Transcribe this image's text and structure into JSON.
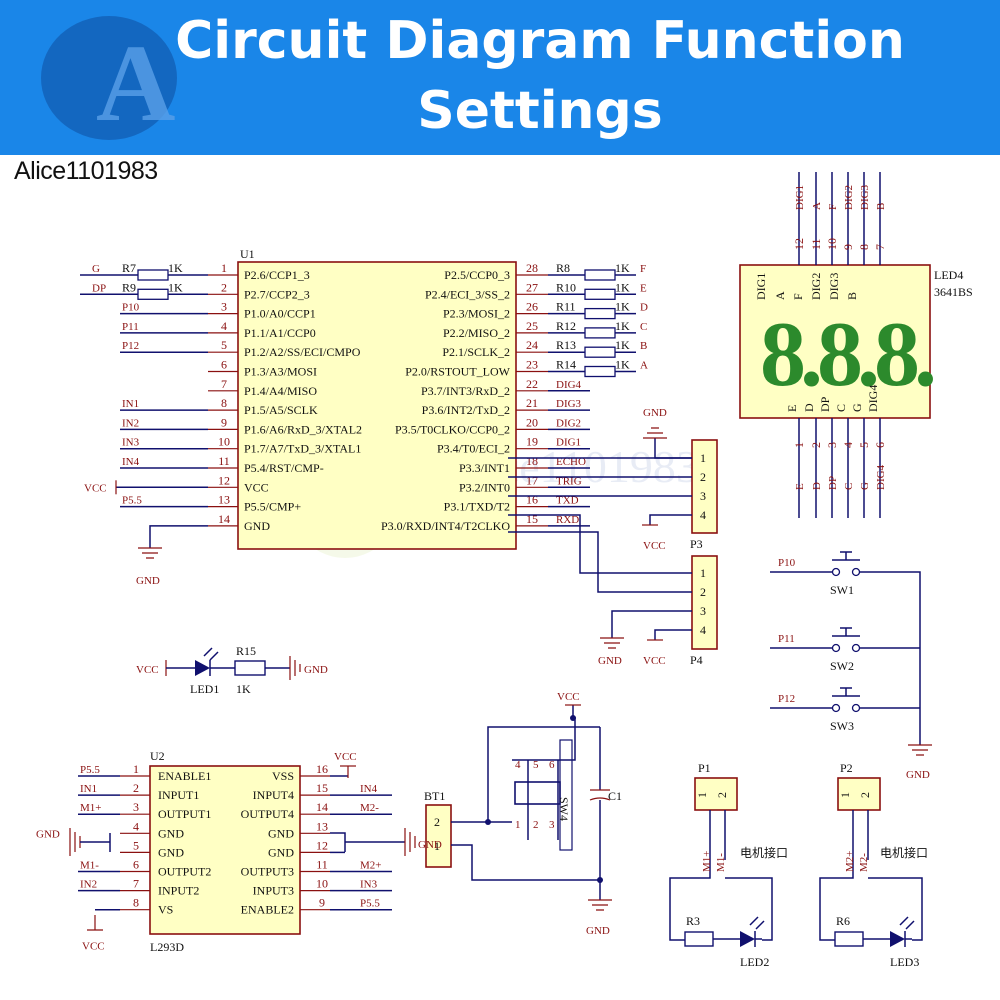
{
  "banner": {
    "title_line1": "Circuit Diagram Function",
    "title_line2": "Settings",
    "logo_letter": "A",
    "color": "#1a86e8"
  },
  "shop_label": "Alice1101983",
  "watermark": "Alice1101983",
  "u1": {
    "ref": "U1",
    "left_pins": [
      {
        "num": "1",
        "name": "P2.6/CCP1_3",
        "net": "G",
        "res": "R7",
        "val": "1K"
      },
      {
        "num": "2",
        "name": "P2.7/CCP2_3",
        "net": "DP",
        "res": "R9",
        "val": "1K"
      },
      {
        "num": "3",
        "name": "P1.0/A0/CCP1",
        "net": "P10"
      },
      {
        "num": "4",
        "name": "P1.1/A1/CCP0",
        "net": "P11"
      },
      {
        "num": "5",
        "name": "P1.2/A2/SS/ECI/CMPO",
        "net": "P12"
      },
      {
        "num": "6",
        "name": "P1.3/A3/MOSI",
        "net": ""
      },
      {
        "num": "7",
        "name": "P1.4/A4/MISO",
        "net": ""
      },
      {
        "num": "8",
        "name": "P1.5/A5/SCLK",
        "net": "IN1"
      },
      {
        "num": "9",
        "name": "P1.6/A6/RxD_3/XTAL2",
        "net": "IN2"
      },
      {
        "num": "10",
        "name": "P1.7/A7/TxD_3/XTAL1",
        "net": "IN3"
      },
      {
        "num": "11",
        "name": "P5.4/RST/CMP-",
        "net": "IN4"
      },
      {
        "num": "12",
        "name": "VCC",
        "net": "VCC"
      },
      {
        "num": "13",
        "name": "P5.5/CMP+",
        "net": "P5.5"
      },
      {
        "num": "14",
        "name": "GND",
        "net": "GND"
      }
    ],
    "right_pins": [
      {
        "num": "28",
        "name": "P2.5/CCP0_3",
        "net": "F",
        "res": "R8",
        "val": "1K"
      },
      {
        "num": "27",
        "name": "P2.4/ECI_3/SS_2",
        "net": "E",
        "res": "R10",
        "val": "1K"
      },
      {
        "num": "26",
        "name": "P2.3/MOSI_2",
        "net": "D",
        "res": "R11",
        "val": "1K"
      },
      {
        "num": "25",
        "name": "P2.2/MISO_2",
        "net": "C",
        "res": "R12",
        "val": "1K"
      },
      {
        "num": "24",
        "name": "P2.1/SCLK_2",
        "net": "B",
        "res": "R13",
        "val": "1K"
      },
      {
        "num": "23",
        "name": "P2.0/RSTOUT_LOW",
        "net": "A",
        "res": "R14",
        "val": "1K"
      },
      {
        "num": "22",
        "name": "P3.7/INT3/RxD_2",
        "net": "DIG4"
      },
      {
        "num": "21",
        "name": "P3.6/INT2/TxD_2",
        "net": "DIG3"
      },
      {
        "num": "20",
        "name": "P3.5/T0CLKO/CCP0_2",
        "net": "DIG2"
      },
      {
        "num": "19",
        "name": "P3.4/T0/ECI_2",
        "net": "DIG1"
      },
      {
        "num": "18",
        "name": "P3.3/INT1",
        "net": "ECHO"
      },
      {
        "num": "17",
        "name": "P3.2/INT0",
        "net": "TRIG"
      },
      {
        "num": "16",
        "name": "P3.1/TXD/T2",
        "net": "TXD"
      },
      {
        "num": "15",
        "name": "P3.0/RXD/INT4/T2CLKO",
        "net": "RXD"
      }
    ]
  },
  "led4": {
    "ref": "LED4",
    "part": "3641BS",
    "digits": "8.8.8.",
    "top_inner_labels": [
      "DIG1",
      "A",
      "F",
      "DIG2",
      "DIG3",
      "B"
    ],
    "bottom_inner_labels": [
      "E",
      "D",
      "DP",
      "C",
      "G",
      "DIG4"
    ],
    "top_pin_nums": [
      "12",
      "11",
      "10",
      "9",
      "8",
      "7"
    ],
    "top_nets": [
      "DIG1",
      "A",
      "F",
      "DIG2",
      "DIG3",
      "B"
    ],
    "bottom_pin_nums": [
      "1",
      "2",
      "3",
      "4",
      "5",
      "6"
    ],
    "bottom_nets": [
      "E",
      "D",
      "DP",
      "C",
      "G",
      "DIG4"
    ]
  },
  "p3": {
    "ref": "P3",
    "pins": [
      "1",
      "2",
      "3",
      "4"
    ],
    "gnd": "GND",
    "vcc": "VCC"
  },
  "p4": {
    "ref": "P4",
    "pins": [
      "1",
      "2",
      "3",
      "4"
    ],
    "gnd": "GND",
    "vcc": "VCC"
  },
  "led1": {
    "vcc": "VCC",
    "ref": "LED1",
    "res": "R15",
    "val": "1K",
    "gnd": "GND"
  },
  "switches": [
    {
      "net": "P10",
      "ref": "SW1"
    },
    {
      "net": "P11",
      "ref": "SW2"
    },
    {
      "net": "P12",
      "ref": "SW3"
    }
  ],
  "switch_gnd": "GND",
  "u2": {
    "ref": "U2",
    "part": "L293D",
    "left_pins": [
      {
        "num": "1",
        "name": "ENABLE1",
        "net": "P5.5"
      },
      {
        "num": "2",
        "name": "INPUT1",
        "net": "IN1"
      },
      {
        "num": "3",
        "name": "OUTPUT1",
        "net": "M1+"
      },
      {
        "num": "4",
        "name": "GND",
        "net": "GND"
      },
      {
        "num": "5",
        "name": "GND",
        "net": ""
      },
      {
        "num": "6",
        "name": "OUTPUT2",
        "net": "M1-"
      },
      {
        "num": "7",
        "name": "INPUT2",
        "net": "IN2"
      },
      {
        "num": "8",
        "name": "VS",
        "net": "VCC"
      }
    ],
    "right_pins": [
      {
        "num": "16",
        "name": "VSS",
        "net": "VCC"
      },
      {
        "num": "15",
        "name": "INPUT4",
        "net": "IN4"
      },
      {
        "num": "14",
        "name": "OUTPUT4",
        "net": "M2-"
      },
      {
        "num": "13",
        "name": "GND",
        "net": ""
      },
      {
        "num": "12",
        "name": "GND",
        "net": "GND"
      },
      {
        "num": "11",
        "name": "OUTPUT3",
        "net": "M2+"
      },
      {
        "num": "10",
        "name": "INPUT3",
        "net": "IN3"
      },
      {
        "num": "9",
        "name": "ENABLE2",
        "net": "P5.5"
      }
    ]
  },
  "bt1": {
    "ref": "BT1",
    "pins": [
      "2",
      "1"
    ],
    "gnd": "GND"
  },
  "sw4": {
    "ref": "SW4",
    "pins_right": [
      "4",
      "5",
      "6"
    ],
    "pins_left": [
      "1",
      "2",
      "3"
    ],
    "vcc": "VCC",
    "gnd": "GND"
  },
  "c1": {
    "ref": "C1"
  },
  "p1": {
    "ref": "P1",
    "pins": [
      "1",
      "2"
    ],
    "wire_labels": [
      "M1+",
      "M1-"
    ],
    "caption": "电机接口",
    "res": "R3",
    "led": "LED2"
  },
  "p2": {
    "ref": "P2",
    "pins": [
      "1",
      "2"
    ],
    "wire_labels": [
      "M2+",
      "M2-"
    ],
    "caption": "电机接口",
    "res": "R6",
    "led": "LED3"
  },
  "colors": {
    "chip_fill": "#ffffc4",
    "wire": "#10106e",
    "label": "#8a1010",
    "segment": "#2c8a2c"
  }
}
